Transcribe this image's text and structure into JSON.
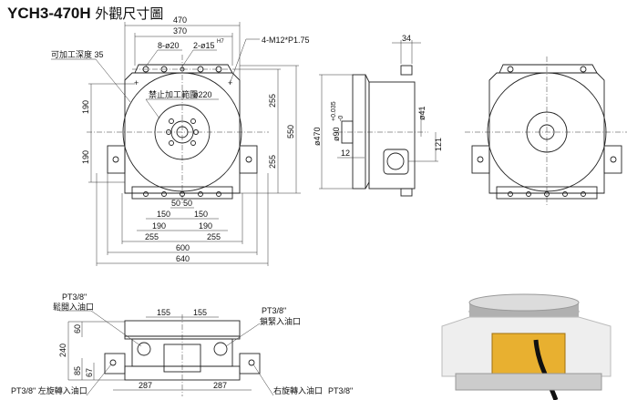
{
  "title": {
    "model": "YCH3-470H",
    "label": "外觀尺寸圖"
  },
  "front_view": {
    "dims": {
      "d470": "470",
      "d370": "370",
      "holes8": "8-ø20",
      "holes2": "2-ø15",
      "tol": "H7",
      "tap": "4-M12*P1.75",
      "depth": "可加工深度 35",
      "forbid": "禁止加工範圍",
      "forbid_dia": "ø220",
      "l190a": "190",
      "l190b": "190",
      "r255a": "255",
      "r255b": "255",
      "h550": "550",
      "b50a": "50",
      "b50b": "50",
      "b150a": "150",
      "b150b": "150",
      "b190a": "190",
      "b190b": "190",
      "b255a": "255",
      "b255b": "255",
      "w600": "600",
      "w640": "640"
    }
  },
  "side_view": {
    "d34": "34",
    "d470": "ø470",
    "d90": "ø90",
    "tol_up": "+0.035",
    "tol_dn": "-0",
    "d41": "ø41",
    "d12": "12",
    "d121": "121"
  },
  "bottom_view": {
    "pt1": "PT3/8\"",
    "unclamp": "鬆開入油口",
    "pt2": "PT3/8\"",
    "clamp": "鎖緊入油口",
    "d155a": "155",
    "d155b": "155",
    "h240": "240",
    "h60": "60",
    "h85": "85",
    "h67": "67",
    "d287a": "287",
    "d287b": "287",
    "left_port": "PT3/8\" 左旋轉入油口",
    "right_port": "右旋轉入油口",
    "right_pt": "PT3/8\""
  }
}
